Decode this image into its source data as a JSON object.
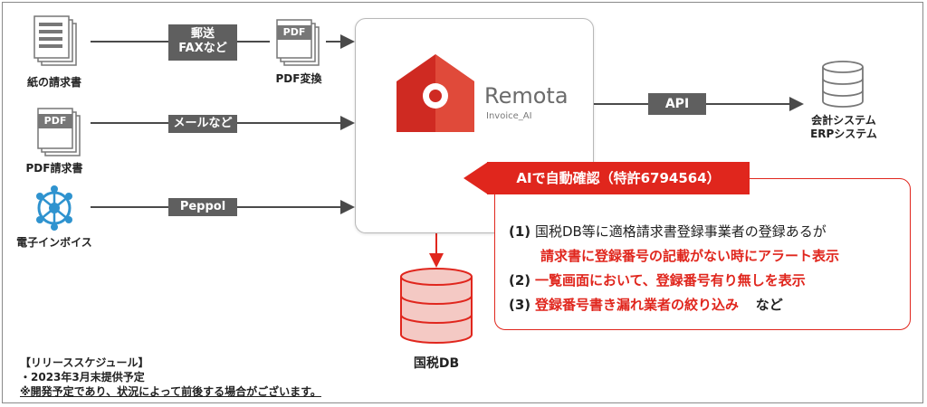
{
  "inputs": {
    "paper_label": "紙の請求書",
    "pdf_invoice_label": "PDF請求書",
    "pdf_doc_tag": "PDF",
    "einvoice_label": "電子インボイス"
  },
  "channels": {
    "mail_fax_line1": "郵送",
    "mail_fax_line2": "FAXなど",
    "email": "メールなど",
    "peppol": "Peppol"
  },
  "pdf_convert": {
    "tag": "PDF",
    "label": "PDF変換"
  },
  "product": {
    "name": "Remota",
    "subname": "Invoice_AI"
  },
  "output": {
    "api_tag": "API",
    "system_line1": "会計システム",
    "system_line2": "ERPシステム"
  },
  "taxdb": {
    "label": "国税DB"
  },
  "ai_check": {
    "title": "AIで自動確認（特許6794564）",
    "f1_num": "(1)",
    "f1_text": "国税DB等に適格請求書登録事業者の登録あるが",
    "f1_red": "請求書に登録番号の記載がない時にアラート表示",
    "f2_num": "(2)",
    "f2_red": "一覧画面において、登録番号有り無しを表示",
    "f3_num": "(3)",
    "f3_red": "登録番号書き漏れ業者の絞り込み",
    "f3_suffix": "など"
  },
  "release": {
    "heading": "【リリーススケジュール】",
    "date": "・2023年3月末提供予定",
    "note": "※開発予定であり、状況によって前後する場合がございます。"
  },
  "colors": {
    "accent_red": "#e0261d",
    "tag_grey": "#5f5f5f",
    "db_fill": "#f4c9c4",
    "logo_red": "#cf2a22"
  }
}
